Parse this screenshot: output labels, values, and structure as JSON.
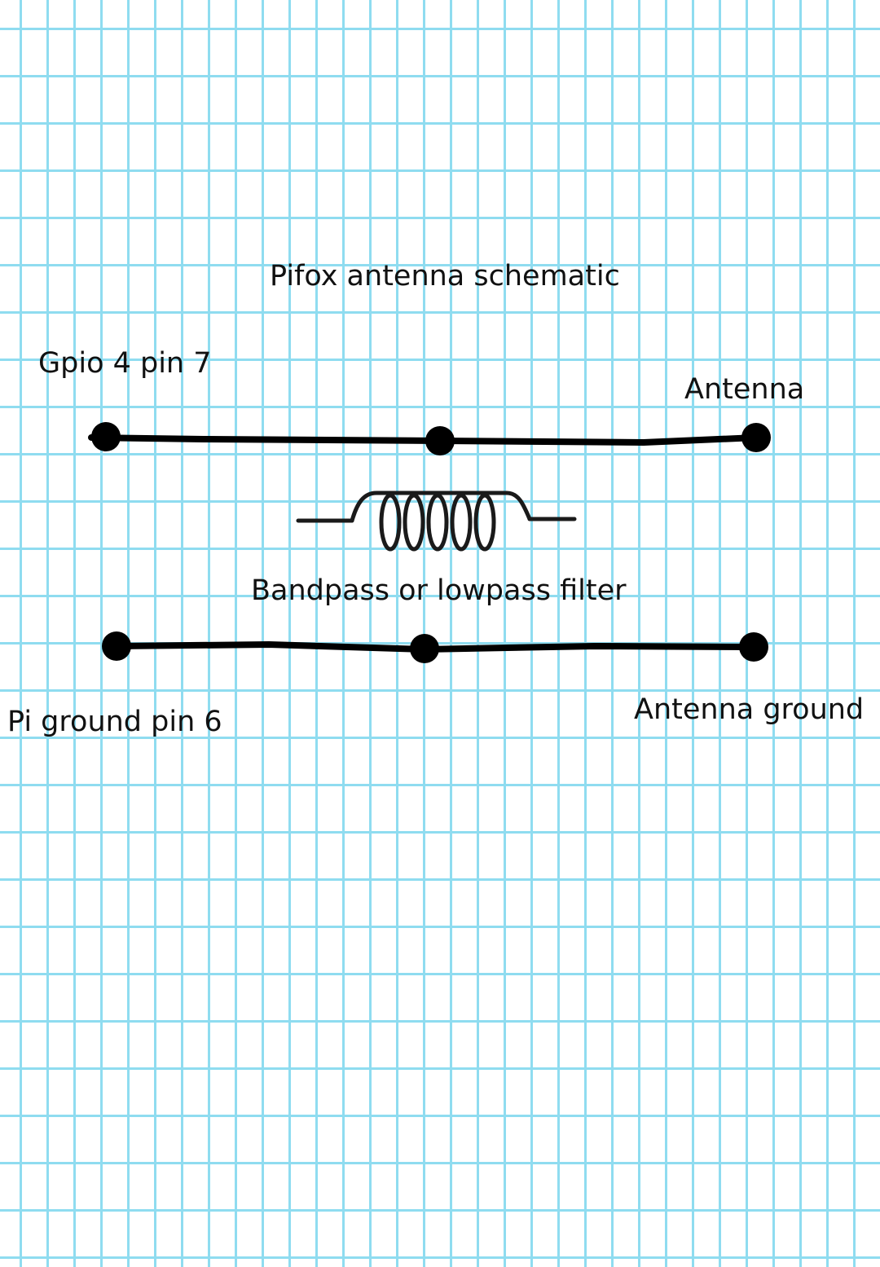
{
  "diagram": {
    "title": "Pifox antenna schematic",
    "labels": {
      "gpio": "Gpio 4 pin 7",
      "antenna": "Antenna",
      "filter": "Bandpass or lowpass filter",
      "pi_ground": "Pi ground pin 6",
      "antenna_ground": "Antenna ground"
    },
    "components": {
      "filter_symbol": "inductor-coil-icon",
      "connection_node": "node-dot-icon"
    },
    "colors": {
      "grid": "#8fdcf0",
      "wire": "#000000",
      "text": "#111111"
    }
  }
}
